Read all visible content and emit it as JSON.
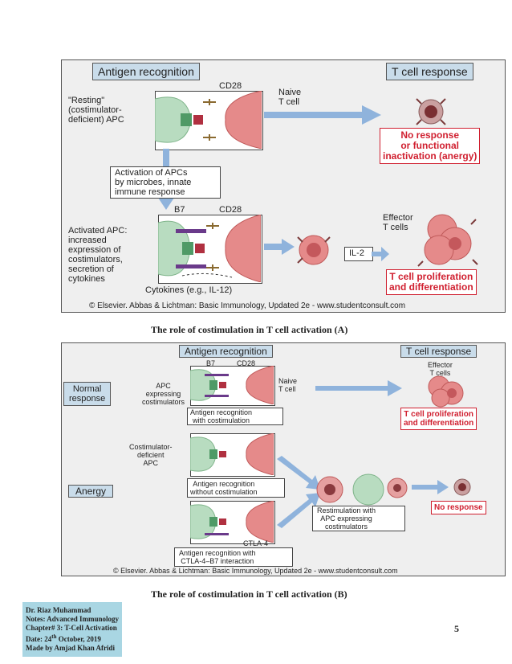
{
  "figure_a": {
    "header_left": "Antigen recognition",
    "header_right": "T cell response",
    "resting_apc": "\"Resting\"\n(costimulator-\ndeficient) APC",
    "cd28": "CD28",
    "naive_t_cell": "Naive\nT cell",
    "no_response": "No response\nor functional\ninactivation (anergy)",
    "activation_box": "Activation of APCs\nby microbes, innate\nimmune response",
    "activated_apc": "Activated APC:\nincreased\nexpression of\ncostimulators,\nsecretion of\ncytokines",
    "b7": "B7",
    "cd28_2": "CD28",
    "effector": "Effector\nT cells",
    "il2": "IL-2",
    "proliferation": "T cell proliferation\nand differentiation",
    "cytokines": "Cytokines (e.g., IL-12)",
    "copyright": "© Elsevier. Abbas & Lichtman: Basic Immunology, Updated 2e - www.studentconsult.com"
  },
  "caption_a": "The role of costimulation in T cell activation (A)",
  "figure_b": {
    "header_left": "Antigen recognition",
    "header_right": "T cell response",
    "normal_response": "Normal\nresponse",
    "anergy": "Anergy",
    "apc_expressing": "APC\nexpressing\ncostimulators",
    "b7": "B7",
    "cd28": "CD28",
    "naive_t_cell": "Naive\nT cell",
    "box1": "Antigen recognition\nwith costimulation",
    "effector": "Effector\nT cells",
    "proliferation": "T cell proliferation\nand differentiation",
    "costim_deficient": "Costimulator-\ndeficient\nAPC",
    "box2": "Antigen recognition\nwithout costimulation",
    "restim": "Restimulation with\nAPC expressing\ncostimulators",
    "no_response": "No response",
    "ctla4": "CTLA-4",
    "box3": "Antigen recognition with\nCTLA-4–B7 interaction",
    "copyright": "© Elsevier. Abbas & Lichtman: Basic Immunology, Updated 2e - www.studentconsult.com"
  },
  "caption_b": "The role of costimulation in T cell activation (B)",
  "footer": {
    "line1": "Dr. Riaz Muhammad",
    "line2": "Notes: Advanced Immunology",
    "line3": "Chapter# 3: T-Cell Activation",
    "line4_pre": "Date: 24",
    "line4_sup": "th",
    "line4_post": " October, 2019",
    "line5": "Made by Amjad Khan Afridi"
  },
  "page_number": "5",
  "colors": {
    "apc_green": "#b8dcc0",
    "tcell_pink": "#e58a8a",
    "nucleus": "#7a2f32",
    "arrow_blue": "#8fb3dc",
    "header_blue": "#c9dcea",
    "response_red": "#d02030",
    "footer_blue": "#a9d6e3"
  }
}
